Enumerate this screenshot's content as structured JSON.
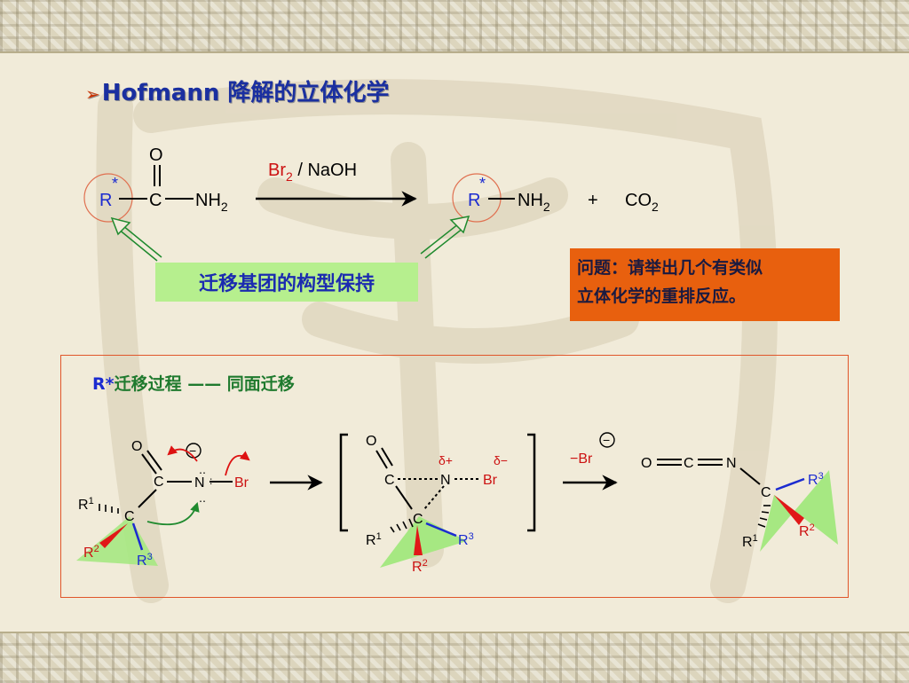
{
  "title": {
    "bullet": "➢",
    "text": "Hofmann 降解的立体化学"
  },
  "reaction": {
    "reactant": {
      "r": "R",
      "star": "*",
      "c": "C",
      "o": "O",
      "nh": "NH",
      "sub2": "2"
    },
    "reagent": {
      "br": "Br",
      "br_sub": "2",
      "rest": " / NaOH"
    },
    "product": {
      "r": "R",
      "star": "*",
      "nh": "NH",
      "sub2": "2",
      "plus": "+",
      "co": "CO",
      "co_sub": "2"
    }
  },
  "green_label": "迁移基团的构型保持",
  "question": {
    "line1": "问题：请举出几个有类似",
    "line2": "立体化学的重排反应。"
  },
  "mechanism": {
    "subtitle_r": "R*",
    "subtitle_rest": "迁移过程 —— 同面迁移",
    "step1": {
      "o": "O",
      "c": "C",
      "n": "N",
      "br": "Br",
      "minus": "−",
      "ca": "C",
      "r1": "R",
      "r1s": "1",
      "r2": "R",
      "r2s": "2",
      "r3": "R",
      "r3s": "3"
    },
    "ts": {
      "o": "O",
      "c": "C",
      "n": "N",
      "br": "Br",
      "ca": "C",
      "dplus": "δ+",
      "dminus": "δ−",
      "r1": "R",
      "r1s": "1",
      "r2": "R",
      "r2s": "2",
      "r3": "R",
      "r3s": "3"
    },
    "leaving": {
      "text": "−Br",
      "minus": "−"
    },
    "product": {
      "o": "O",
      "c": "C",
      "n": "N",
      "ca": "C",
      "r1": "R",
      "r1s": "1",
      "r2": "R",
      "r2s": "2",
      "r3": "R",
      "r3s": "3"
    }
  },
  "colors": {
    "title": "#1a2fa0",
    "r_blue": "#1b2bd0",
    "br_red": "#cc1111",
    "green_box": "#b6ef8e",
    "orange_box": "#e8600e",
    "frame": "#e0562a",
    "wedge_red": "#e01818",
    "curve_red": "#dd1111",
    "curve_green": "#1f8a2e"
  }
}
